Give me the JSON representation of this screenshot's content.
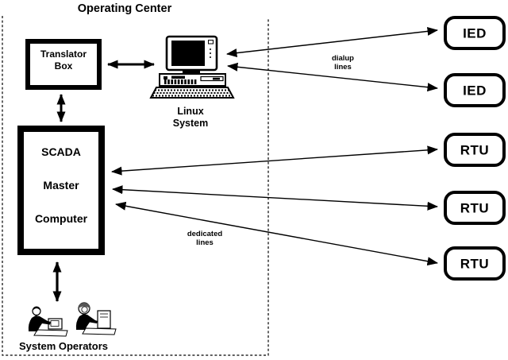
{
  "title": "Operating Center",
  "nodes": {
    "translator_box": {
      "lines": [
        "Translator",
        "Box"
      ]
    },
    "linux_system": {
      "lines": [
        "Linux",
        "System"
      ]
    },
    "scada_master": {
      "lines": [
        "SCADA",
        "Master",
        "Computer"
      ]
    },
    "system_operators": {
      "label": "System Operators"
    },
    "devices": [
      {
        "label": "IED"
      },
      {
        "label": "IED"
      },
      {
        "label": "RTU"
      },
      {
        "label": "RTU"
      },
      {
        "label": "RTU"
      }
    ]
  },
  "annotations": {
    "dialup_lines": {
      "lines": [
        "dialup",
        "lines"
      ]
    },
    "dedicated_lines": {
      "lines": [
        "dedicated",
        "lines"
      ]
    }
  },
  "connections": [
    {
      "from": "Translator Box",
      "to": "Linux System",
      "bidirectional": true,
      "style": "thick"
    },
    {
      "from": "Translator Box",
      "to": "SCADA Master Computer",
      "bidirectional": true,
      "style": "thick"
    },
    {
      "from": "SCADA Master Computer",
      "to": "System Operators",
      "bidirectional": true,
      "style": "thick"
    },
    {
      "from": "Linux System",
      "to": "IED 1",
      "bidirectional": true,
      "label": "dialup lines"
    },
    {
      "from": "Linux System",
      "to": "IED 2",
      "bidirectional": true,
      "label": "dialup lines"
    },
    {
      "from": "SCADA Master Computer",
      "to": "RTU 1",
      "bidirectional": true,
      "label": "dedicated lines"
    },
    {
      "from": "SCADA Master Computer",
      "to": "RTU 2",
      "bidirectional": true,
      "label": "dedicated lines"
    },
    {
      "from": "SCADA Master Computer",
      "to": "RTU 3",
      "bidirectional": true,
      "label": "dedicated lines"
    }
  ],
  "colors": {
    "ink": "#000000",
    "background": "#ffffff"
  }
}
